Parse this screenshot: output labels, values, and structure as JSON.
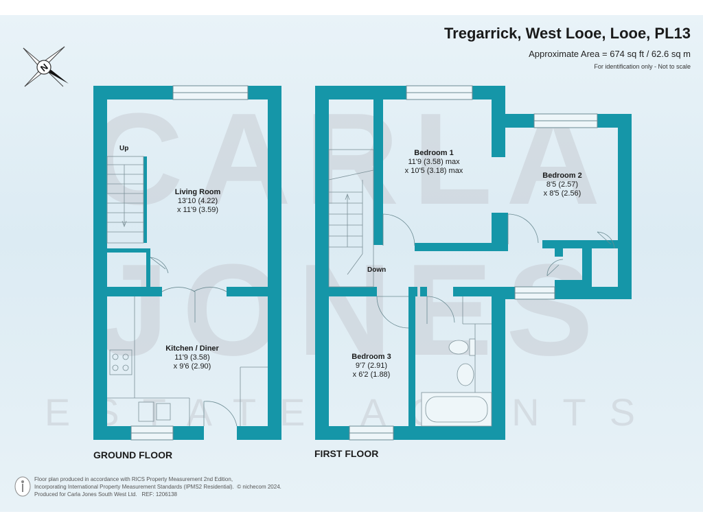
{
  "header": {
    "title": "Tregarrick, West Looe, Looe, PL13",
    "area": "Approximate Area = 674 sq ft / 62.6 sq m",
    "ident": "For identification only - Not to scale"
  },
  "watermark": {
    "line1": "CARLA",
    "line2": "JONES",
    "line3": "ESTATE AGENTS"
  },
  "floors": {
    "ground": "GROUND FLOOR",
    "first": "FIRST FLOOR"
  },
  "rooms": {
    "living": {
      "name": "Living Room",
      "dim1": "13'10 (4.22)",
      "dim2": "x 11'9 (3.59)"
    },
    "kitchen": {
      "name": "Kitchen / Diner",
      "dim1": "11'9 (3.58)",
      "dim2": "x 9'6 (2.90)"
    },
    "bed1": {
      "name": "Bedroom 1",
      "dim1": "11'9 (3.58) max",
      "dim2": "x 10'5 (3.18) max"
    },
    "bed2": {
      "name": "Bedroom 2",
      "dim1": "8'5 (2.57)",
      "dim2": "x 8'5 (2.56)"
    },
    "bed3": {
      "name": "Bedroom 3",
      "dim1": "9'7 (2.91)",
      "dim2": "x 6'2 (1.88)"
    }
  },
  "labels": {
    "up": "Up",
    "down": "Down",
    "compass": "N"
  },
  "footer": {
    "line1": "Floor plan produced in accordance with RICS Property Measurement 2nd Edition,",
    "line2": "Incorporating International Property Measurement Standards (IPMS2 Residential).",
    "copyright": "© nichecom 2024.",
    "line3": "Produced for Carla Jones South West Ltd.",
    "ref": "REF: 1206138"
  },
  "colors": {
    "wall": "#1596a8",
    "watermark": "#c8cdd4",
    "background": "#e4f0f6"
  }
}
